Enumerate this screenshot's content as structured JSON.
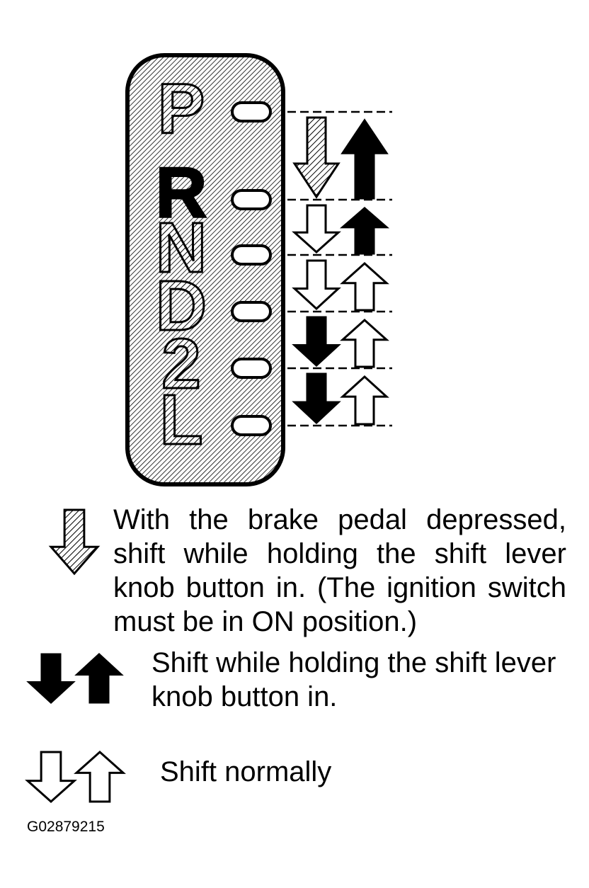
{
  "gate": {
    "positions": [
      {
        "label": "P",
        "style": "hatched"
      },
      {
        "label": "R",
        "style": "solid"
      },
      {
        "label": "N",
        "style": "hatched"
      },
      {
        "label": "D",
        "style": "hatched"
      },
      {
        "label": "2",
        "style": "hatched"
      },
      {
        "label": "L",
        "style": "hatched"
      }
    ],
    "transitions": [
      {
        "from": "P",
        "to": "R",
        "down": "hatched",
        "up": "solid"
      },
      {
        "from": "R",
        "to": "N",
        "down": "outline",
        "up": "solid"
      },
      {
        "from": "N",
        "to": "D",
        "down": "outline",
        "up": "outline"
      },
      {
        "from": "D",
        "to": "2",
        "down": "solid",
        "up": "outline"
      },
      {
        "from": "2",
        "to": "L",
        "down": "solid",
        "up": "outline"
      }
    ]
  },
  "legend": {
    "hatched": "With the brake pedal depressed, shift while holding the shift lever knob button in. (The ignition switch must be in ON position.)",
    "solid": "Shift while holding the shift lever knob button in.",
    "outline": "Shift normally"
  },
  "figure_code": "G02879215",
  "colors": {
    "ink": "#000000",
    "paper": "#ffffff"
  }
}
